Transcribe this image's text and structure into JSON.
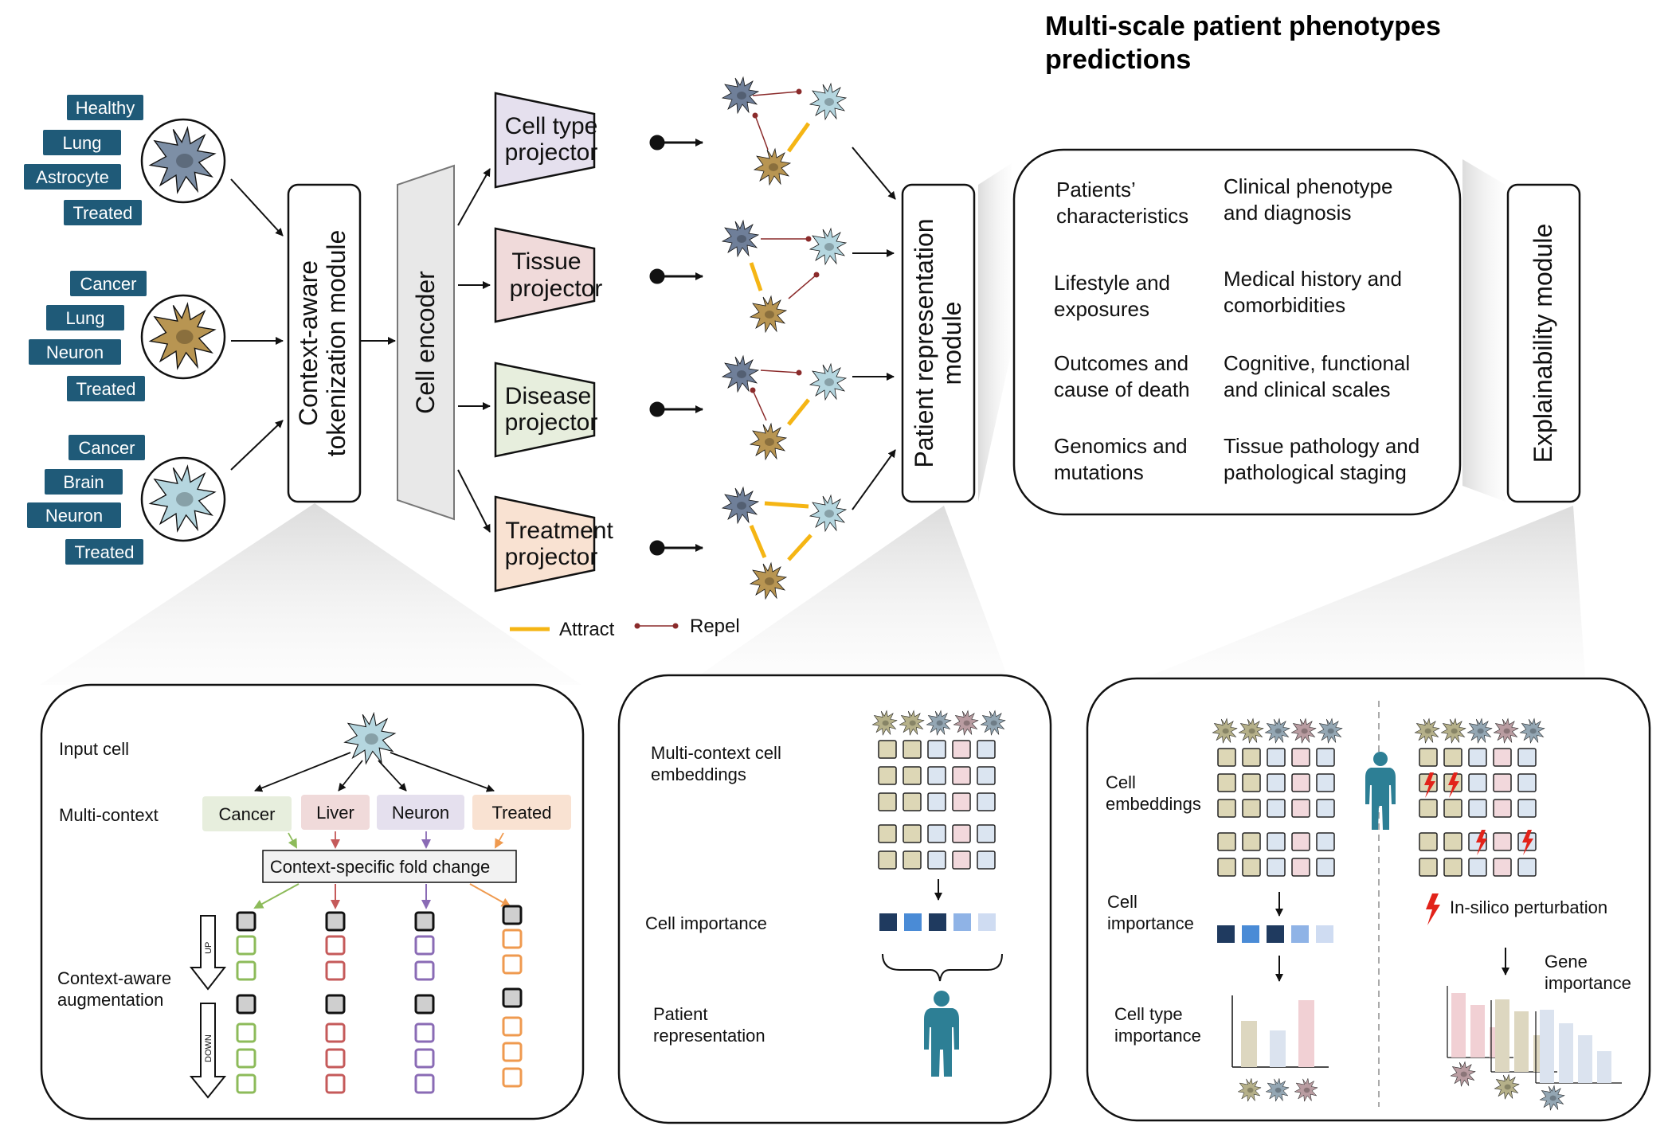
{
  "title": [
    "Multi-scale patient phenotypes",
    "predictions"
  ],
  "input_cells": [
    {
      "tags": [
        "Healthy",
        "Lung",
        "Astrocyte",
        "Treated"
      ],
      "color": "#7d8fa6"
    },
    {
      "tags": [
        "Cancer",
        "Lung",
        "Neuron",
        "Treated"
      ],
      "color": "#b89552"
    },
    {
      "tags": [
        "Cancer",
        "Brain",
        "Neuron",
        "Treated"
      ],
      "color": "#b5d6df"
    }
  ],
  "modules": {
    "tokenization": [
      "Context-aware",
      "tokenization module"
    ],
    "encoder": "Cell encoder",
    "patient": [
      "Patient representation",
      "module"
    ],
    "explainability": "Explainability module"
  },
  "projectors": [
    {
      "lines": [
        "Cell type",
        "projector"
      ],
      "color": "#e5e0ee"
    },
    {
      "lines": [
        "Tissue",
        "projector"
      ],
      "color": "#f0dada"
    },
    {
      "lines": [
        "Disease",
        "projector"
      ],
      "color": "#e7eedd"
    },
    {
      "lines": [
        "Treatment",
        "projector"
      ],
      "color": "#f9e2d2"
    }
  ],
  "legend": {
    "attract": "Attract",
    "repel": "Repel"
  },
  "phenotypes": [
    [
      "Patients’",
      "characteristics"
    ],
    [
      "Clinical phenotype",
      "and diagnosis"
    ],
    [
      "Lifestyle and",
      "exposures"
    ],
    [
      "Medical history and",
      "comorbidities"
    ],
    [
      "Outcomes and",
      "cause of death"
    ],
    [
      "Cognitive, functional",
      "and clinical scales"
    ],
    [
      "Genomics and",
      "mutations"
    ],
    [
      "Tissue pathology and",
      "pathological staging"
    ]
  ],
  "panel1": {
    "input_cell": "Input cell",
    "multi_context": "Multi-context",
    "contexts": [
      {
        "label": "Cancer",
        "color": "#e7eedd",
        "line": "#8dbb5a"
      },
      {
        "label": "Liver",
        "color": "#f0dada",
        "line": "#c55a5a"
      },
      {
        "label": "Neuron",
        "color": "#e5e0ee",
        "line": "#8a6bb5"
      },
      {
        "label": "Treated",
        "color": "#f9e2d2",
        "line": "#ef9a4f"
      }
    ],
    "fold_change": "Context-specific fold change",
    "augmentation": [
      "Context-aware",
      "augmentation"
    ],
    "up": "UP",
    "down": "DOWN"
  },
  "panel2": {
    "embeddings": [
      "Multi-context cell",
      "embeddings"
    ],
    "importance": "Cell importance",
    "patient": [
      "Patient",
      "representation"
    ]
  },
  "panel3": {
    "embeddings": [
      "Cell",
      "embeddings"
    ],
    "importance": [
      "Cell",
      "importance"
    ],
    "celltype_importance": [
      "Cell type",
      "importance"
    ],
    "perturbation": "In-silico perturbation",
    "gene_importance": [
      "Gene",
      "importance"
    ]
  }
}
